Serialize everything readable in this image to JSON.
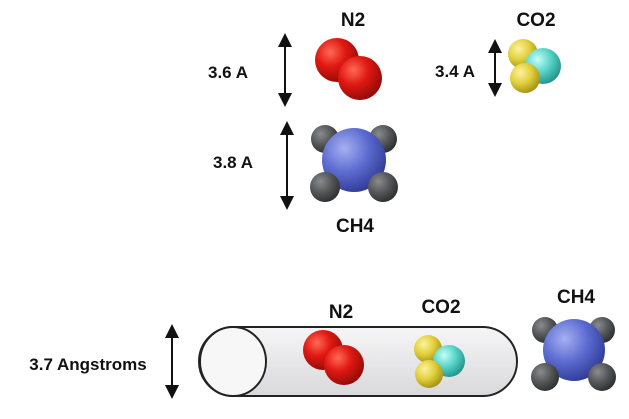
{
  "top": {
    "n2": {
      "name": "N2",
      "size_label": "3.6 A"
    },
    "co2": {
      "name": "CO2",
      "size_label": "3.4 A"
    },
    "ch4": {
      "name": "CH4",
      "size_label": "3.8 A"
    }
  },
  "bottom": {
    "pore_label": "3.7 Angstroms",
    "n2_name": "N2",
    "co2_name": "CO2",
    "ch4_name": "CH4"
  },
  "colors": {
    "nitrogen": "#e01812",
    "oxygen": "#56d2c7",
    "carbon_yellow": "#e0cf3a",
    "methane_carbon": "#5c6bd0",
    "hydrogen": "#4e4f50",
    "tube_fill": "#ececee",
    "tube_stroke": "#222222"
  }
}
